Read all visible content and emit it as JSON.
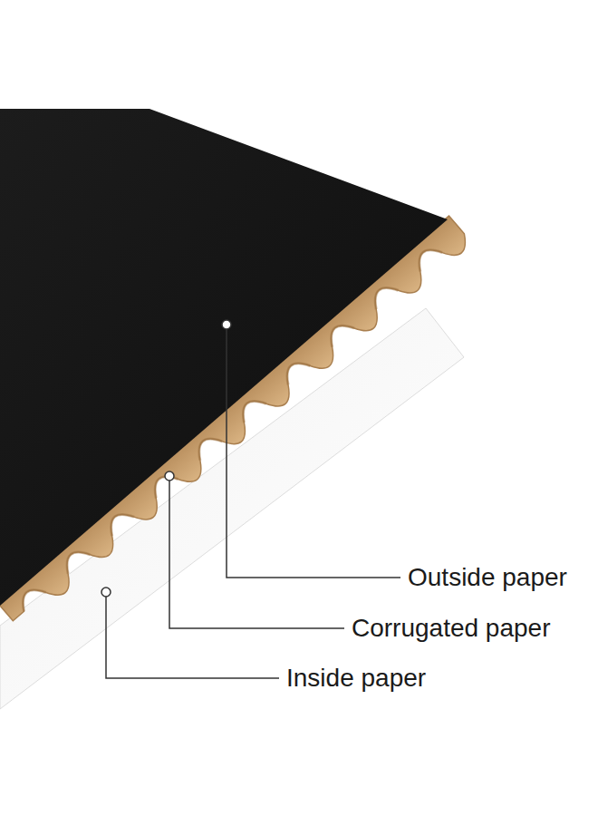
{
  "diagram": {
    "labels": [
      "Outside paper",
      "Corrugated paper",
      "Inside paper"
    ]
  }
}
